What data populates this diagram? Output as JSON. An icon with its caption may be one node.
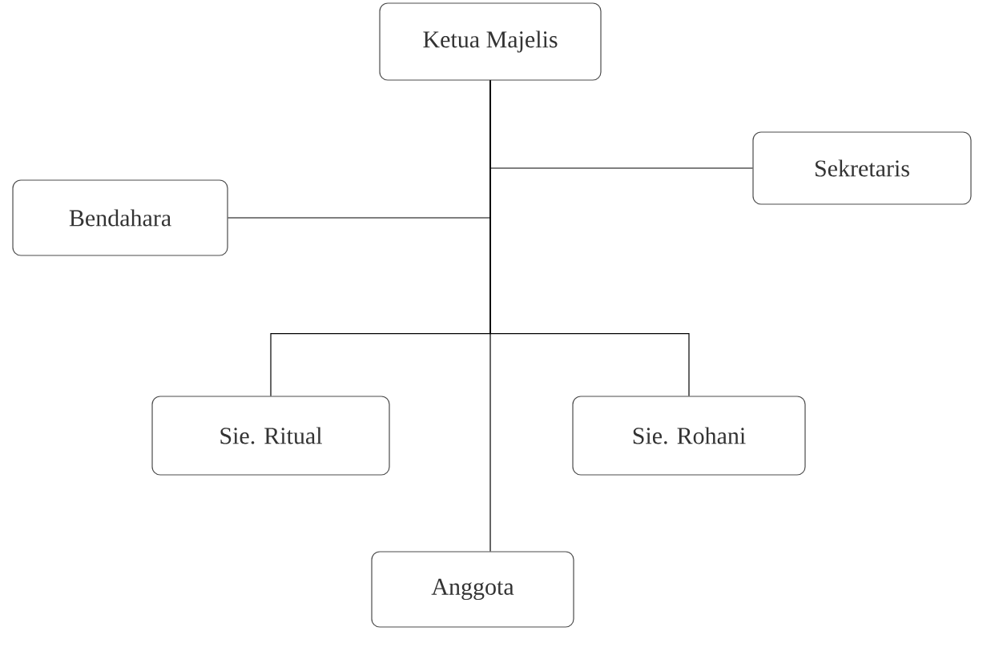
{
  "diagram": {
    "nodes": [
      {
        "text": [
          "Ketua Majelis"
        ]
      },
      {
        "text": [
          "Sekretaris"
        ]
      },
      {
        "text": [
          "Bendahara"
        ]
      },
      {
        "text": [
          "Sie. Ritual"
        ]
      },
      {
        "text": [
          "Sie. Rohani"
        ]
      },
      {
        "text": [
          "Anggota"
        ]
      }
    ],
    "edges": [
      {
        "from": 0,
        "to": 1,
        "arrow": "none"
      },
      {
        "from": 0,
        "to": 2,
        "arrow": "none"
      },
      {
        "from": 0,
        "to": 3,
        "arrow": "none"
      },
      {
        "from": 0,
        "to": 4,
        "arrow": "none"
      },
      {
        "from": 0,
        "to": 5,
        "arrow": "none"
      }
    ]
  }
}
